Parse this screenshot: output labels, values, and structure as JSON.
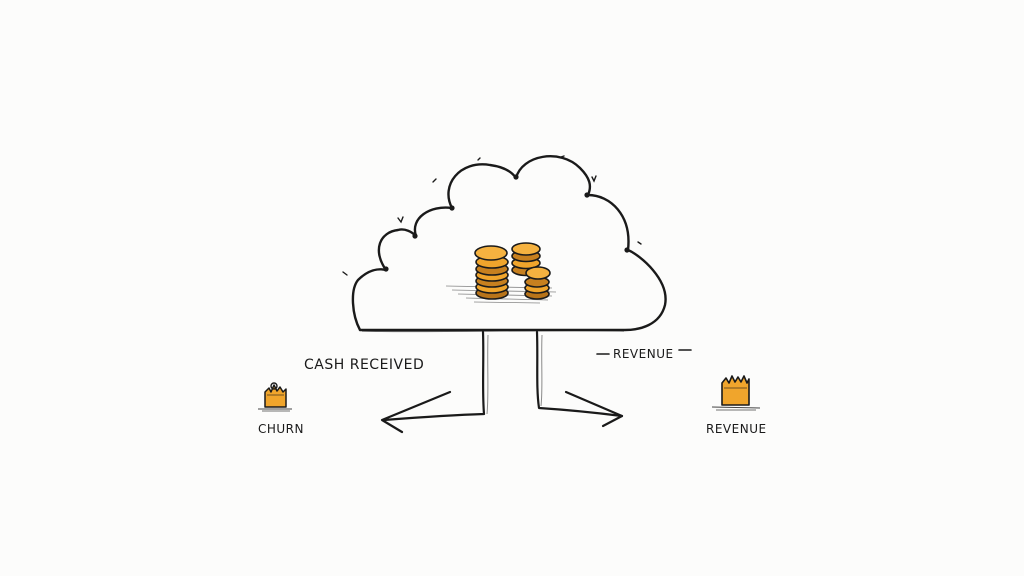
{
  "labels": {
    "cash_received": "CASH RECEIVED",
    "revenue_arrow": "REVENUE",
    "churn": "CHURN",
    "revenue": "REVENUE"
  },
  "colors": {
    "ink": "#1a1a1a",
    "coin_gold": "#f0a52c",
    "coin_dark": "#b8741a",
    "background": "#fcfcfb"
  },
  "icons": {
    "coins": "coin-stack-icon",
    "churn": "small-burning-box-icon",
    "revenue": "large-burning-box-icon"
  }
}
